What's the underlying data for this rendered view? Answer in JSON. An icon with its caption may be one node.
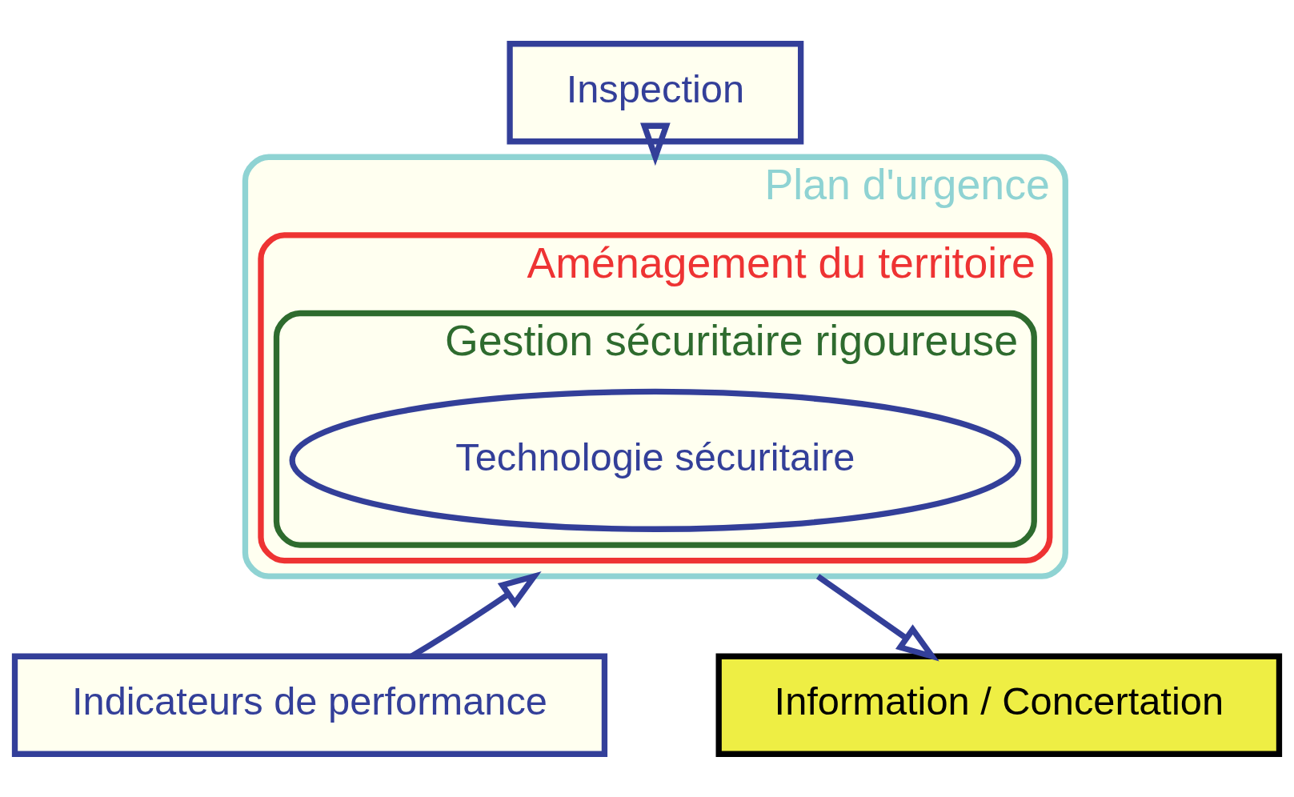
{
  "diagram": {
    "nodes": [
      {
        "text": [
          "Inspection"
        ]
      },
      {
        "text": [
          "Plan d'urgence"
        ]
      },
      {
        "text": [
          "Aménagement du territoire"
        ],
        "in": 1
      },
      {
        "text": [
          "Gestion sécuritaire rigoureuse"
        ],
        "in": 2
      },
      {
        "text": [
          "Technologie sécuritaire"
        ],
        "in": 3
      },
      {
        "text": [
          "Indicateurs de performance"
        ]
      },
      {
        "text": [
          "Information / Concertation"
        ]
      }
    ],
    "edges": [
      {
        "from": 0,
        "to": 1,
        "arrow": "to"
      },
      {
        "from": 5,
        "to": 1,
        "arrow": "to"
      },
      {
        "from": 1,
        "to": 6,
        "arrow": "to"
      }
    ]
  }
}
